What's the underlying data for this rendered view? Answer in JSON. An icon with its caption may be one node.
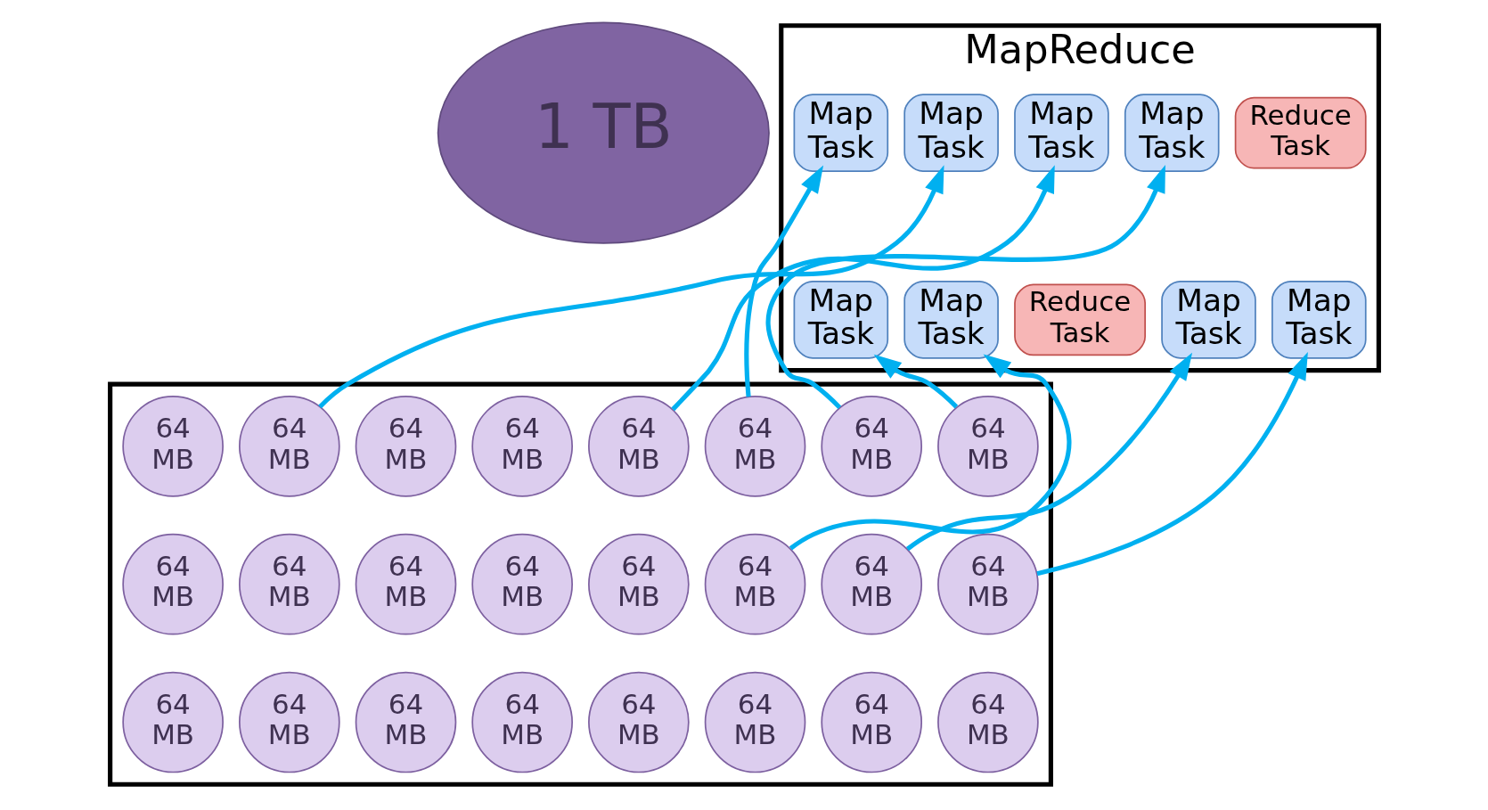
{
  "diagram": {
    "nodes": [
      {
        "text": [
          "1 TB"
        ]
      },
      {
        "text": [
          "MapReduce"
        ]
      },
      {
        "text": [
          "Map Task"
        ],
        "in": 1
      },
      {
        "text": [
          "Map Task"
        ],
        "in": 1
      },
      {
        "text": [
          "Reduce Task"
        ],
        "in": 1
      },
      {
        "text": [
          "Map Task"
        ],
        "in": 1
      },
      {
        "text": [
          "Map Task"
        ],
        "in": 1
      },
      {
        "text": [
          "Map Task"
        ],
        "in": 1
      },
      {
        "text": [
          "Map Task"
        ],
        "in": 1
      },
      {
        "text": [
          "Map Task"
        ],
        "in": 1
      },
      {
        "text": [
          "Reduce Task"
        ],
        "in": 1
      },
      {
        "text": [
          "Map Task"
        ],
        "in": 1
      },
      {
        "text": [],
        "shape": "box"
      },
      {
        "text": [
          "64 MB"
        ],
        "in": 12
      },
      {
        "text": [
          "64 MB"
        ],
        "in": 12
      },
      {
        "text": [
          "64 MB"
        ],
        "in": 12
      },
      {
        "text": [
          "64 MB"
        ],
        "in": 12
      },
      {
        "text": [
          "64 MB"
        ],
        "in": 12
      },
      {
        "text": [
          "64 MB"
        ],
        "in": 12
      },
      {
        "text": [
          "64 MB"
        ],
        "in": 12
      },
      {
        "text": [
          "64 MB"
        ],
        "in": 12
      },
      {
        "text": [
          "64 MB"
        ],
        "in": 12
      },
      {
        "text": [
          "64 MB"
        ],
        "in": 12
      },
      {
        "text": [
          "64 MB"
        ],
        "in": 12
      },
      {
        "text": [
          "64 MB"
        ],
        "in": 12
      },
      {
        "text": [
          "64 MB"
        ],
        "in": 12
      },
      {
        "text": [
          "64 MB"
        ],
        "in": 12
      },
      {
        "text": [
          "64 MB"
        ],
        "in": 12
      },
      {
        "text": [
          "64 MB"
        ],
        "in": 12
      },
      {
        "text": [
          "64 MB"
        ],
        "in": 12
      },
      {
        "text": [
          "64 MB"
        ],
        "in": 12
      },
      {
        "text": [
          "64 MB"
        ],
        "in": 12
      },
      {
        "text": [
          "64 MB"
        ],
        "in": 12
      },
      {
        "text": [
          "64 MB"
        ],
        "in": 12
      },
      {
        "text": [
          "64 MB"
        ],
        "in": 12
      },
      {
        "text": [
          "64 MB"
        ],
        "in": 12
      },
      {
        "text": [
          "64 MB"
        ],
        "in": 12
      }
    ],
    "edges": [
      {
        "from": 16,
        "to": 2,
        "arrow": "to"
      },
      {
        "from": 23,
        "to": 7,
        "arrow": "to"
      },
      {
        "from": 13,
        "to": 3,
        "arrow": "to"
      },
      {
        "from": 17,
        "to": 8,
        "arrow": "to"
      },
      {
        "from": 25,
        "to": 9,
        "arrow": "to"
      },
      {
        "from": 19,
        "to": 5,
        "arrow": "to"
      },
      {
        "from": 15,
        "to": 6,
        "arrow": "to"
      },
      {
        "from": 21,
        "to": 11,
        "arrow": "to"
      }
    ]
  }
}
